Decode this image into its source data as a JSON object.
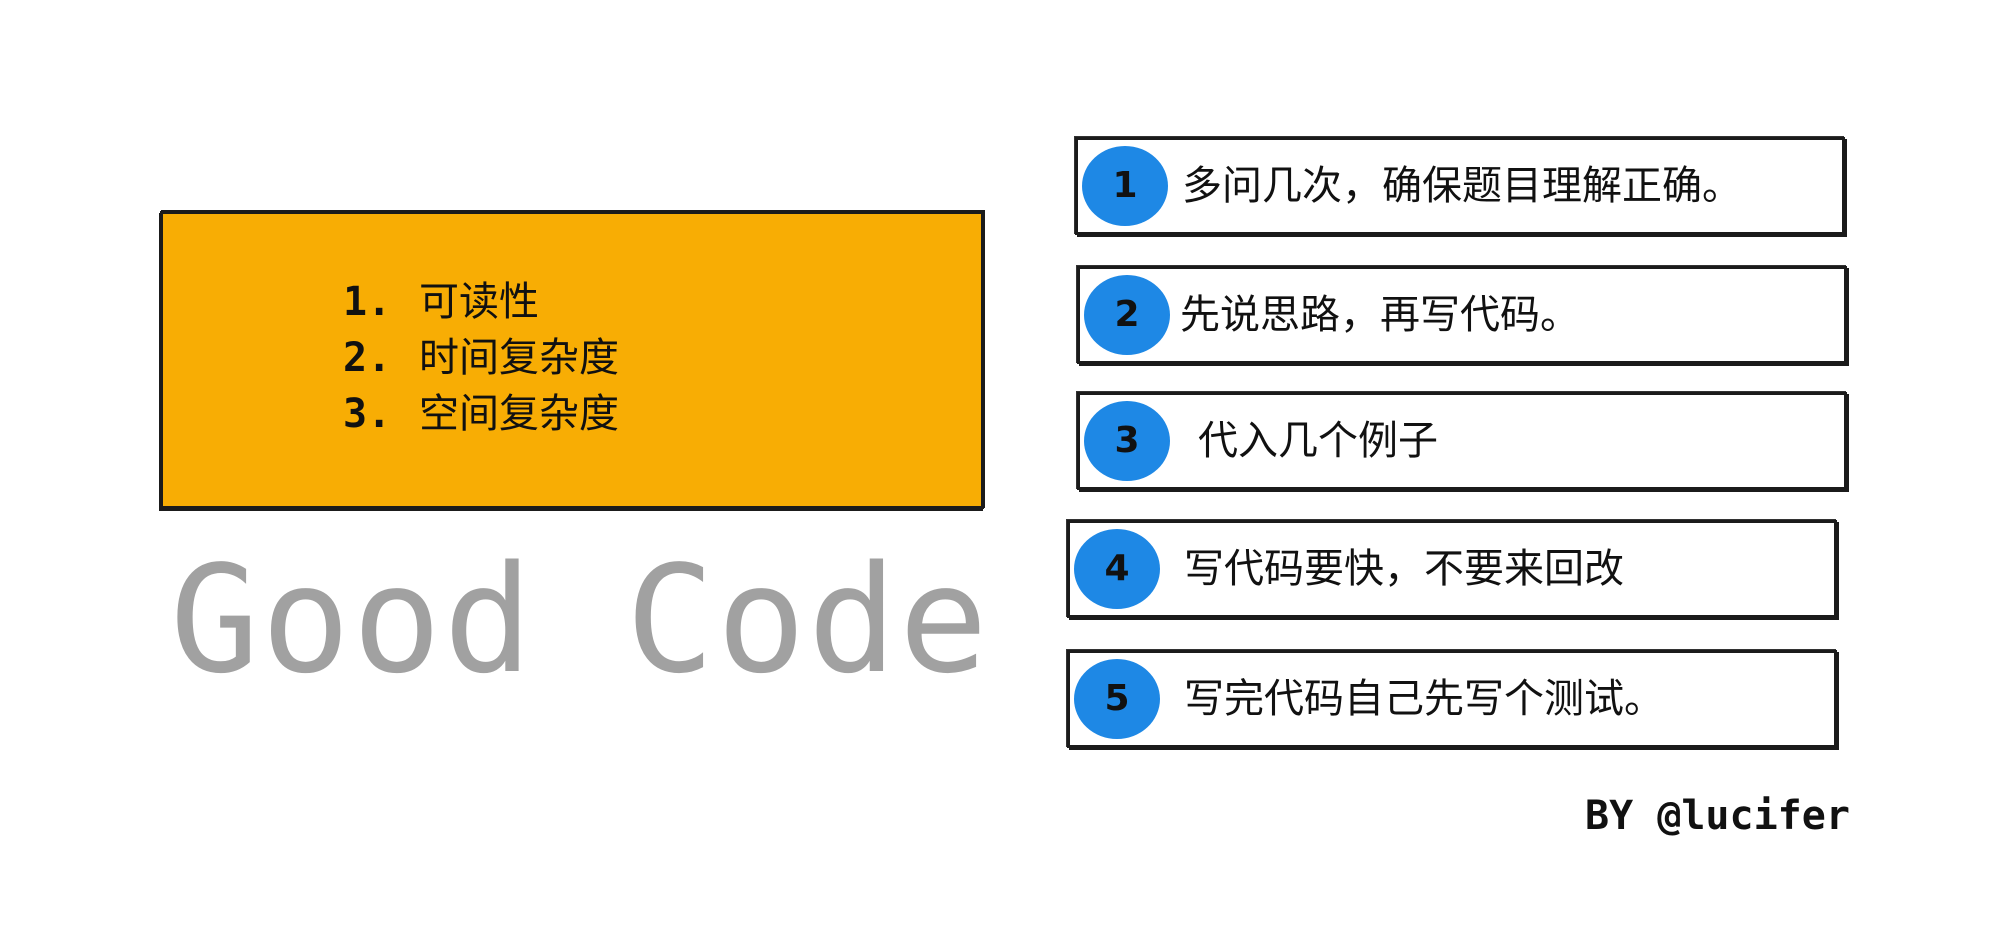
{
  "criteria": {
    "items": [
      {
        "num": "1.",
        "text": "可读性"
      },
      {
        "num": "2.",
        "text": "时间复杂度"
      },
      {
        "num": "3.",
        "text": "空间复杂度"
      }
    ]
  },
  "title": "Good Code",
  "steps": [
    {
      "num": "1",
      "text": "多问几次，确保题目理解正确。"
    },
    {
      "num": "2",
      "text": "先说思路，再写代码。"
    },
    {
      "num": "3",
      "text": "代入几个例子"
    },
    {
      "num": "4",
      "text": "写代码要快，不要来回改"
    },
    {
      "num": "5",
      "text": "写完代码自己先写个测试。"
    }
  ],
  "colors": {
    "criteria_fill": "#f8ad04",
    "badge_fill": "#1e88e5",
    "title_text": "#a1a1a1",
    "outline": "#1b1b1b"
  },
  "credit": "BY @lucifer"
}
